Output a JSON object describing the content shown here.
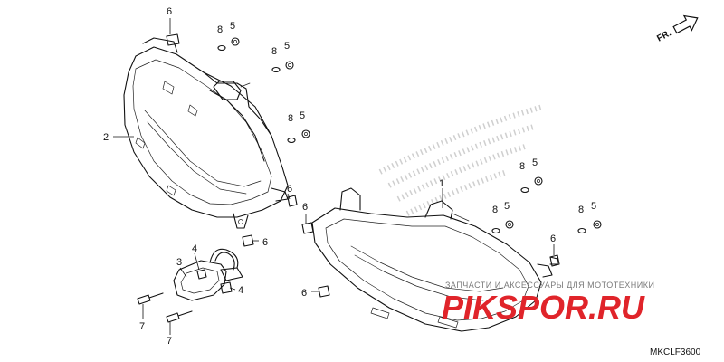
{
  "diagram": {
    "code": "MKCLF3600",
    "direction_label": "FR.",
    "watermark": {
      "slogan": "ЗАПЧАСТИ И АКСЕССУАРЫ ДЛЯ МОТОТЕХНИКИ",
      "logo_part1": "PIKSPOR",
      "logo_part2": ".RU",
      "logo_color": "#e0242a"
    },
    "callouts": {
      "c1": "1",
      "c2": "2",
      "c3": "3",
      "c4a": "4",
      "c4b": "4",
      "c5a": "5",
      "c5b": "5",
      "c5c": "5",
      "c5d": "5",
      "c5e": "5",
      "c6a": "6",
      "c6b": "6",
      "c6c": "6",
      "c6d": "6",
      "c6e": "6",
      "c6f": "6",
      "c7a": "7",
      "c7b": "7",
      "c8a": "8",
      "c8b": "8",
      "c8c": "8",
      "c8d": "8",
      "c8e": "8"
    }
  }
}
